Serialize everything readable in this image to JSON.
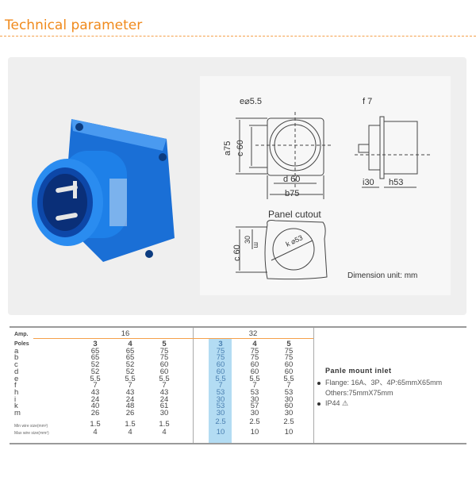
{
  "title": "Technical parameter",
  "drawing": {
    "e": "e⌀5.5",
    "f": "f 7",
    "a": "a75",
    "c": "c 60",
    "d": "d 60",
    "b": "b75",
    "i": "i30",
    "h": "h53",
    "panel": "Panel cutout",
    "c2": "c 60",
    "m30": "30",
    "m": "m",
    "k": "k ⌀53",
    "unit": "Dimension unit:  mm"
  },
  "table": {
    "amp_label": "Amp.",
    "amp16": "16",
    "amp32": "32",
    "poles_label": "Poles",
    "row_labels": [
      "a",
      "b",
      "c",
      "d",
      "e",
      "f",
      "h",
      "i",
      "k",
      "m"
    ],
    "poles16": [
      "3",
      "4",
      "5"
    ],
    "poles32": [
      "3",
      "4",
      "5"
    ],
    "cols16": [
      [
        "65",
        "65",
        "52",
        "52",
        "5.5",
        "7",
        "43",
        "24",
        "40",
        "26"
      ],
      [
        "65",
        "65",
        "52",
        "52",
        "5.5",
        "7",
        "43",
        "24",
        "48",
        "26"
      ],
      [
        "75",
        "75",
        "60",
        "60",
        "5.5",
        "7",
        "43",
        "24",
        "61",
        "30"
      ]
    ],
    "cols32": [
      [
        "75",
        "75",
        "60",
        "60",
        "5.5",
        "7",
        "53",
        "30",
        "53",
        "30"
      ],
      [
        "75",
        "75",
        "60",
        "60",
        "5.5",
        "7",
        "53",
        "30",
        "57",
        "30"
      ],
      [
        "75",
        "75",
        "60",
        "60",
        "5.5",
        "7",
        "53",
        "30",
        "60",
        "30"
      ]
    ],
    "min_label": "Min wire size(mm²)",
    "max_label": "Max wire size(mm²)",
    "min16": [
      "1.5",
      "1.5",
      "1.5"
    ],
    "max16": [
      "4",
      "4",
      "4"
    ],
    "min32": [
      "2.5",
      "2.5",
      "2.5"
    ],
    "max32": [
      "10",
      "10",
      "10"
    ]
  },
  "info": {
    "heading": "Panle mount inlet",
    "line1": "Flange: 16A、3P、4P:65mmX65mm",
    "line2": "Others:75mmX75mm",
    "line3": "IP44 ⚠"
  },
  "colors": {
    "accent": "#f08a1c",
    "blue": "#1b74d6",
    "highlight": "#b3dcf3"
  }
}
